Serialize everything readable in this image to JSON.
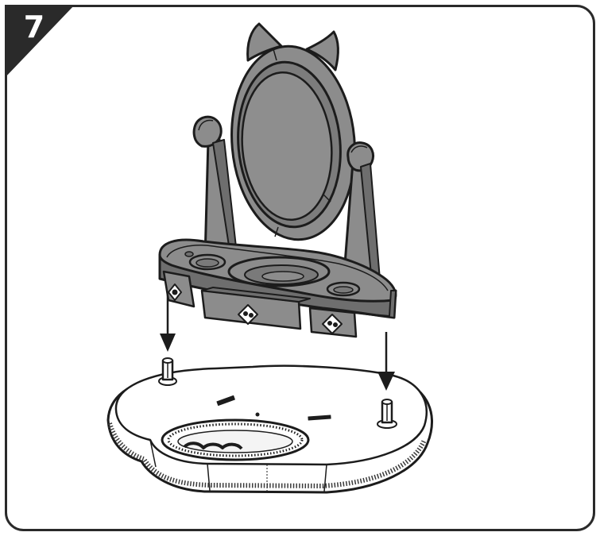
{
  "step": {
    "number": "7"
  },
  "colors": {
    "badge": "#2a2a2a",
    "frame": "#2a2a2a",
    "part_fill": "#8c8c8c",
    "part_dark": "#6e6e6e",
    "part_light": "#a5a5a5",
    "outline": "#1c1c1c",
    "base_fill": "#ffffff"
  },
  "illustration": {
    "parts": [
      "vanity-mirror",
      "vanity-tray-with-drawers",
      "vanity-base"
    ],
    "arrows": [
      "left-down-arrow",
      "right-down-arrow"
    ]
  }
}
